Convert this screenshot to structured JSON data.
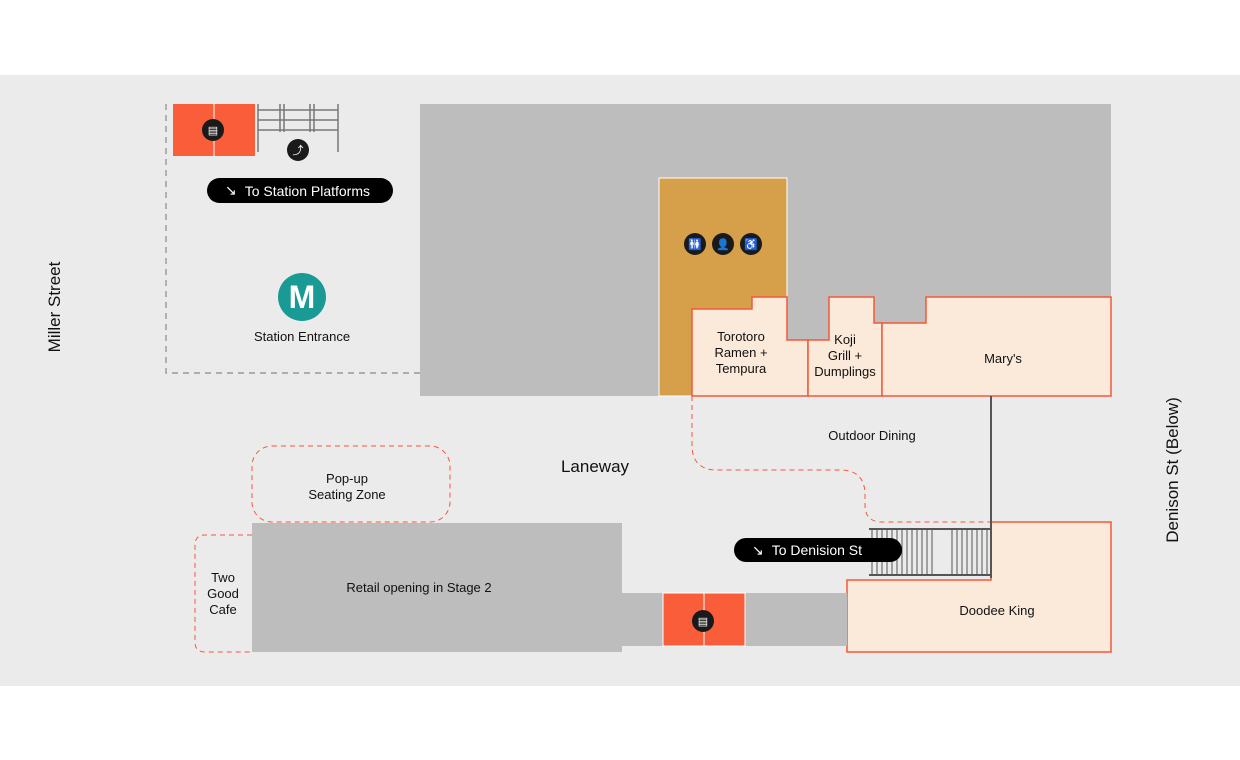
{
  "streets": {
    "west": "Miller Street",
    "east": "Denison St (Below)"
  },
  "wayfinding": {
    "platforms": "To Station Platforms",
    "denison": "To Denision St"
  },
  "station": {
    "logo": "M",
    "label": "Station Entrance"
  },
  "areas": {
    "laneway": "Laneway",
    "outdoor_dining": "Outdoor Dining",
    "popup": "Pop-up\nSeating Zone",
    "retail": "Retail opening in Stage 2",
    "two_good": "Two\nGood\nCafe"
  },
  "tenants": [
    {
      "name": "Torotoro\nRamen +\nTempura"
    },
    {
      "name": "Koji\nGrill +\nDumplings"
    },
    {
      "name": "Mary's"
    },
    {
      "name": "Doodee King"
    }
  ],
  "icons": [
    "lift-icon",
    "escalator-icon",
    "toilets-icon",
    "parents-room-icon",
    "accessible-icon",
    "arrow-down-right-icon"
  ],
  "colors": {
    "ground": "#ebebeb",
    "building": "#bdbdbd",
    "lift": "#f95d3a",
    "amenities": "#d6a04a",
    "tenant_fill": "#fbe9d9",
    "tenant_stroke": "#f4583a",
    "metro": "#1a9a95"
  }
}
